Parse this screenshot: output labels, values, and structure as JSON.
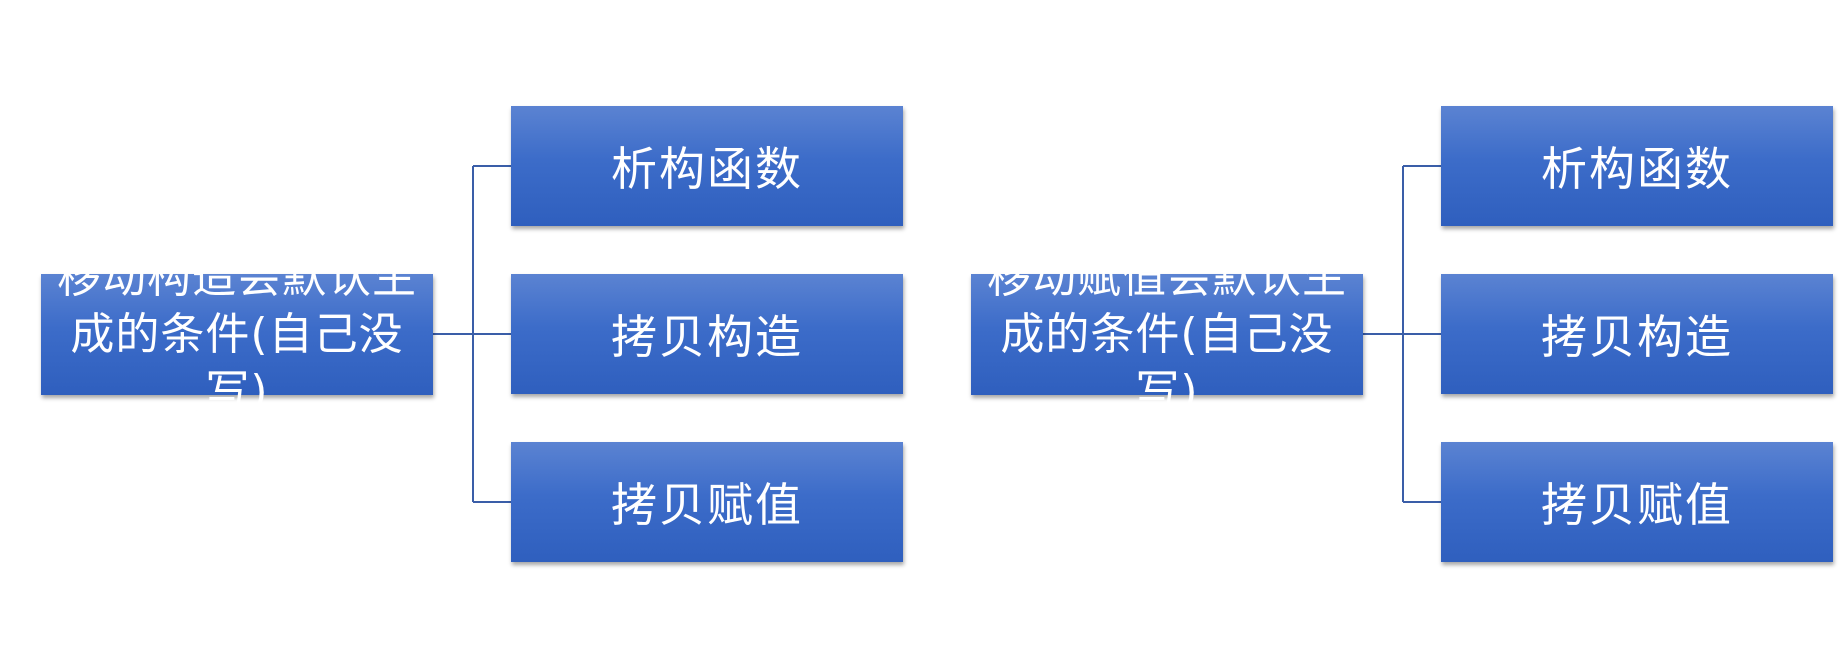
{
  "colors": {
    "box_fill_top": "#5b83d2",
    "box_fill_bottom": "#2f5fbe",
    "connector": "#3a5ea8",
    "text": "#ffffff"
  },
  "trees": [
    {
      "root": "移动构造会默认生\n成的条件(自己没写)",
      "children": [
        "析构函数",
        "拷贝构造",
        "拷贝赋值"
      ]
    },
    {
      "root": "移动赋值会默认生\n成的条件(自己没写)",
      "children": [
        "析构函数",
        "拷贝构造",
        "拷贝赋值"
      ]
    }
  ]
}
